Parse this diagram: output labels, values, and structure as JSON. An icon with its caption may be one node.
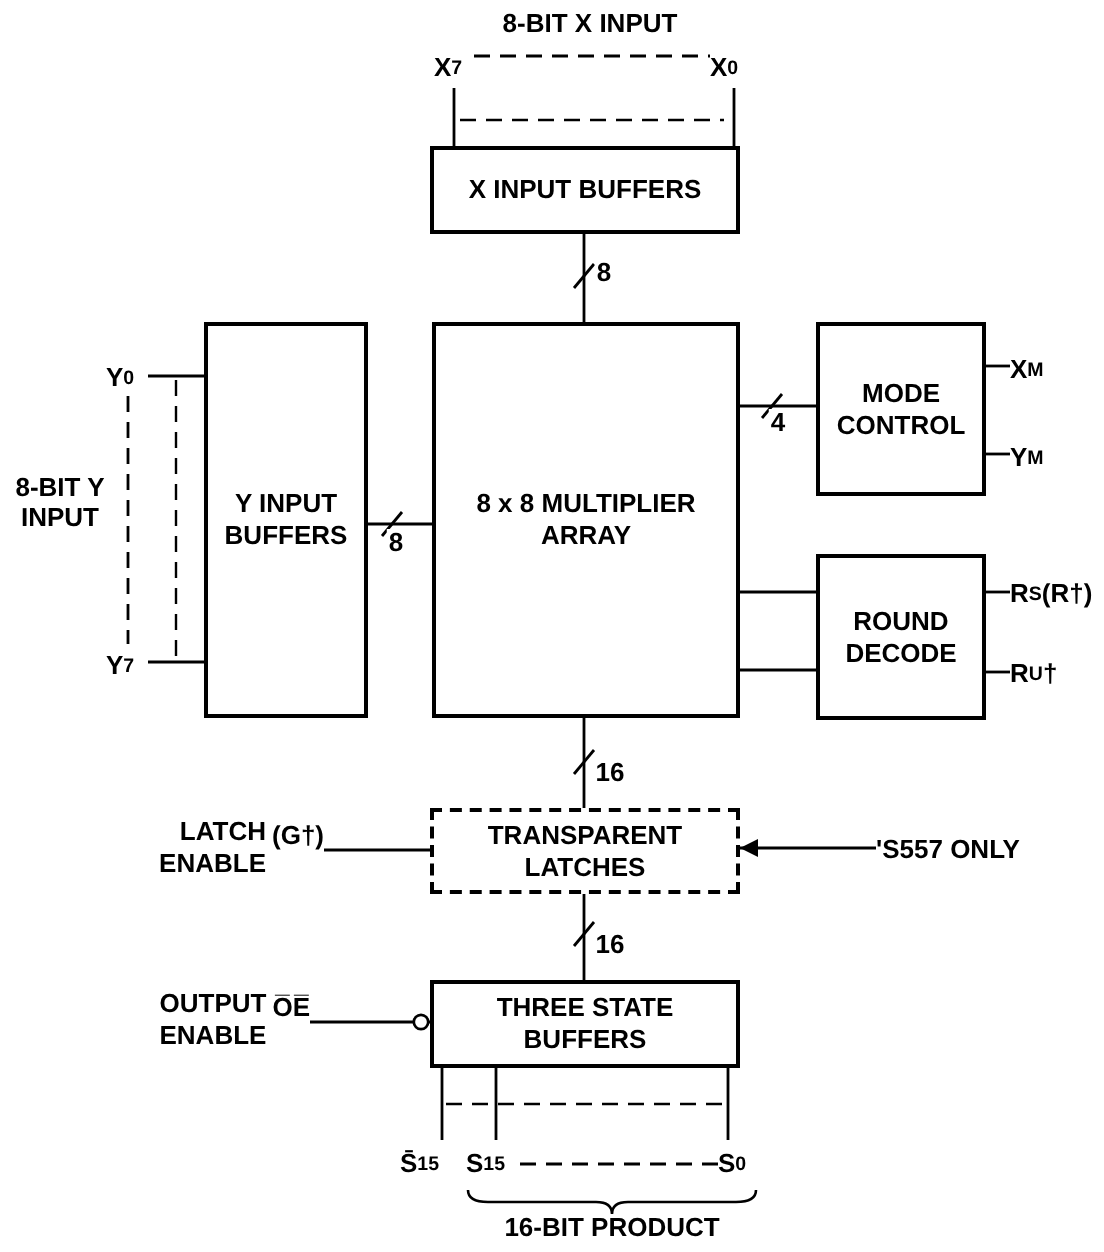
{
  "diagram": {
    "nodes": [
      {
        "text": [
          "X INPUT BUFFERS"
        ]
      },
      {
        "text": [
          "Y INPUT BUFFERS"
        ]
      },
      {
        "text": [
          "8 x 8 MULTIPLIER ARRAY"
        ]
      },
      {
        "text": [
          "MODE CONTROL"
        ]
      },
      {
        "text": [
          "ROUND DECODE"
        ]
      },
      {
        "text": [
          "TRANSPARENT LATCHES"
        ]
      },
      {
        "text": [
          "THREE STATE BUFFERS"
        ]
      },
      {
        "text": [
          "X$_{7}$"
        ]
      },
      {
        "text": [
          "X$_{0}$"
        ]
      },
      {
        "text": [
          "Y$_{0}$"
        ]
      },
      {
        "text": [
          "Y$_{7}$"
        ]
      },
      {
        "text": [
          "X$_{M}$"
        ]
      },
      {
        "text": [
          "Y$_{M}$"
        ]
      },
      {
        "text": [
          "R$_{S}$(R†)"
        ]
      },
      {
        "text": [
          "R$_{U}$†"
        ]
      },
      {
        "text": [
          "LATCH ENABLE",
          "(G†)"
        ]
      },
      {
        "text": [
          "'S557 ONLY"
        ]
      },
      {
        "text": [
          "OUTPUT ENABLE",
          "O̅E̅"
        ]
      },
      {
        "text": [
          "S̄$_{15}$"
        ]
      },
      {
        "text": [
          "S$_{15}$"
        ]
      },
      {
        "text": [
          "S$_{0}$"
        ]
      }
    ],
    "edges": [
      {
        "from": 7,
        "to": 0,
        "arrow": "none"
      },
      {
        "from": 8,
        "to": 0,
        "arrow": "none"
      },
      {
        "from": 0,
        "to": 2,
        "arrow": "none",
        "label": "8"
      },
      {
        "from": 9,
        "to": 1,
        "arrow": "none"
      },
      {
        "from": 10,
        "to": 1,
        "arrow": "none"
      },
      {
        "from": 1,
        "to": 2,
        "arrow": "none",
        "label": "8"
      },
      {
        "from": 2,
        "to": 3,
        "arrow": "none",
        "label": "4"
      },
      {
        "from": 3,
        "to": 11,
        "arrow": "none"
      },
      {
        "from": 3,
        "to": 12,
        "arrow": "none"
      },
      {
        "from": 2,
        "to": 4,
        "arrow": "none"
      },
      {
        "from": 2,
        "to": 4,
        "arrow": "none"
      },
      {
        "from": 4,
        "to": 13,
        "arrow": "none"
      },
      {
        "from": 4,
        "to": 14,
        "arrow": "none"
      },
      {
        "from": 2,
        "to": 5,
        "arrow": "none",
        "label": "16"
      },
      {
        "from": 15,
        "to": 5,
        "arrow": "none"
      },
      {
        "from": 16,
        "to": 5,
        "arrow": "to"
      },
      {
        "from": 5,
        "to": 6,
        "arrow": "none",
        "label": "16"
      },
      {
        "from": 17,
        "to": 6,
        "arrow": "other"
      },
      {
        "from": 6,
        "to": 18,
        "arrow": "none"
      },
      {
        "from": 6,
        "to": 19,
        "arrow": "none"
      },
      {
        "from": 6,
        "to": 20,
        "arrow": "none"
      },
      {
        "from": 7,
        "to": 8,
        "arrow": "none",
        "style": "dashed"
      },
      {
        "from": 9,
        "to": 10,
        "arrow": "none",
        "style": "dashed"
      },
      {
        "from": 19,
        "to": 20,
        "arrow": "none",
        "style": "dashed"
      }
    ],
    "labels": [
      "8-BIT X INPUT",
      "8-BIT Y INPUT",
      "16-BIT PRODUCT"
    ]
  }
}
